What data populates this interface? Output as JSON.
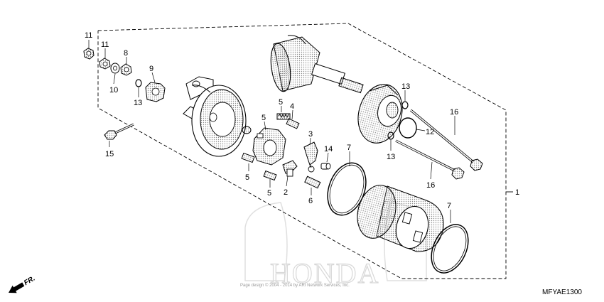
{
  "diagram": {
    "callouts": [
      {
        "label": "11"
      },
      {
        "label": "11"
      },
      {
        "label": "10"
      },
      {
        "label": "8"
      },
      {
        "label": "9"
      },
      {
        "label": "13"
      },
      {
        "label": "15"
      },
      {
        "label": "5"
      },
      {
        "label": "5"
      },
      {
        "label": "4"
      },
      {
        "label": "5"
      },
      {
        "label": "5"
      },
      {
        "label": "3"
      },
      {
        "label": "2"
      },
      {
        "label": "14"
      },
      {
        "label": "6"
      },
      {
        "label": "7"
      },
      {
        "label": "13"
      },
      {
        "label": "13"
      },
      {
        "label": "12"
      },
      {
        "label": "16"
      },
      {
        "label": "16"
      },
      {
        "label": "1"
      },
      {
        "label": "7"
      }
    ],
    "direction_label": "FR.",
    "watermark_text": "HONDA",
    "footer_text": "Page design © 2004 - 2014 by ARI Network Services, Inc.",
    "code": "MFYAE1300"
  },
  "colors": {
    "line": "#000000",
    "dots": "#9a9a9a",
    "watermark": "#cfcfcf"
  },
  "icons": [
    "direction-arrow-icon"
  ]
}
